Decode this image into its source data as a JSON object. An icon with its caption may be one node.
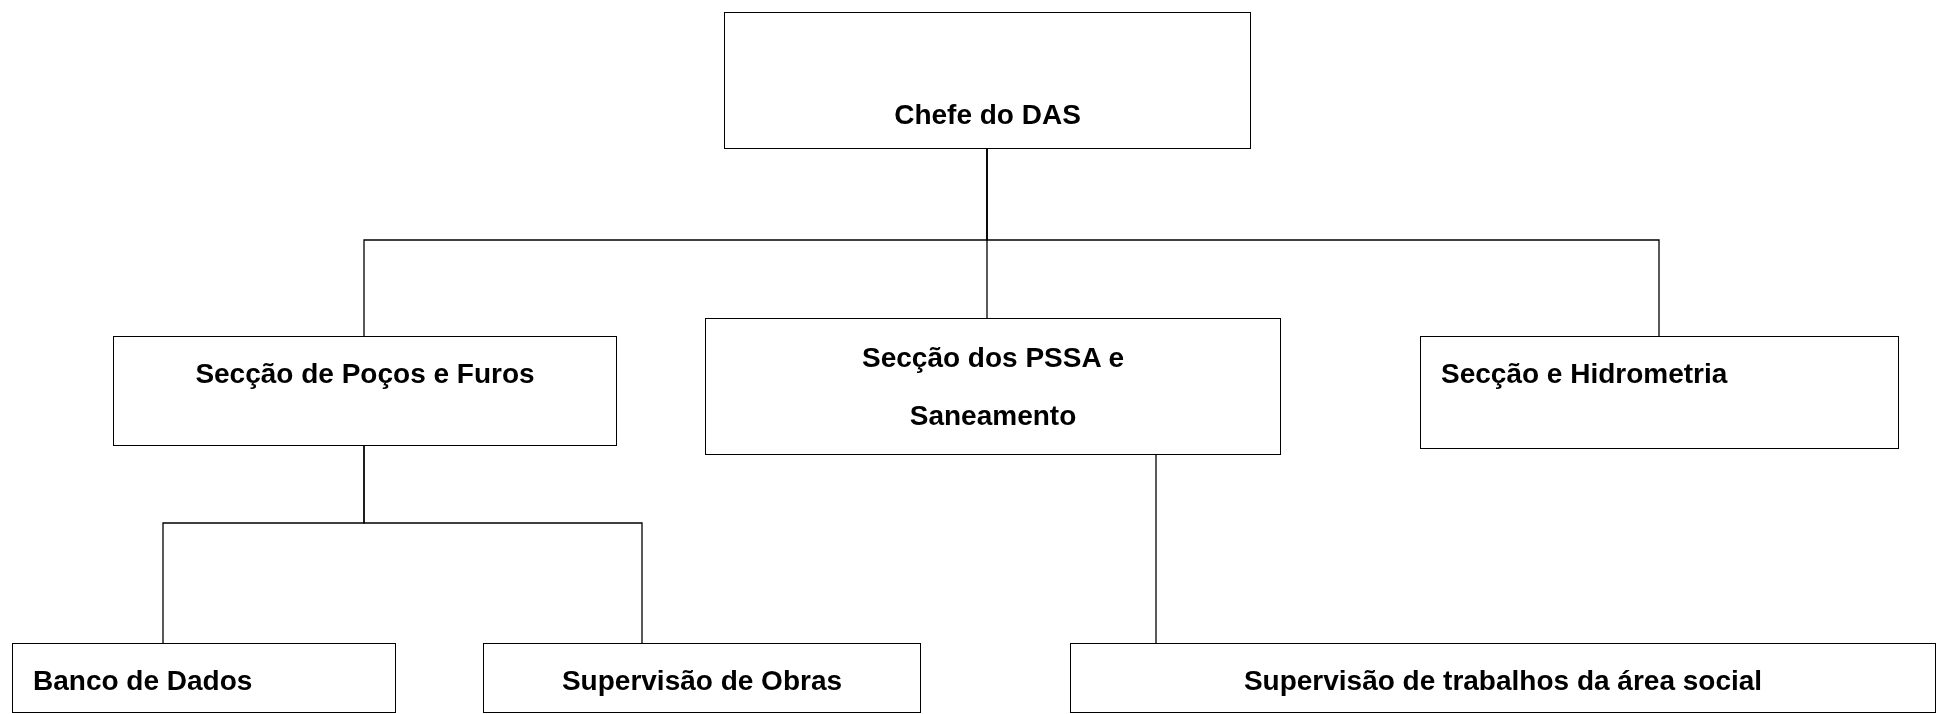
{
  "diagram": {
    "nodes": [
      {
        "text": [
          "Chefe do DAS"
        ]
      },
      {
        "text": [
          "Secção de Poços e Furos"
        ]
      },
      {
        "text": [
          "Secção dos PSSA e Saneamento"
        ]
      },
      {
        "text": [
          "Secção e Hidrometria"
        ]
      },
      {
        "text": [
          "Banco de Dados"
        ]
      },
      {
        "text": [
          "Supervisão de Obras"
        ]
      },
      {
        "text": [
          "Supervisão de trabalhos da área social"
        ]
      }
    ],
    "edges": [
      {
        "from": 0,
        "to": 1,
        "arrow": "none"
      },
      {
        "from": 0,
        "to": 2,
        "arrow": "none"
      },
      {
        "from": 0,
        "to": 3,
        "arrow": "none"
      },
      {
        "from": 1,
        "to": 4,
        "arrow": "none"
      },
      {
        "from": 1,
        "to": 5,
        "arrow": "none"
      },
      {
        "from": 2,
        "to": 6,
        "arrow": "none"
      }
    ]
  }
}
